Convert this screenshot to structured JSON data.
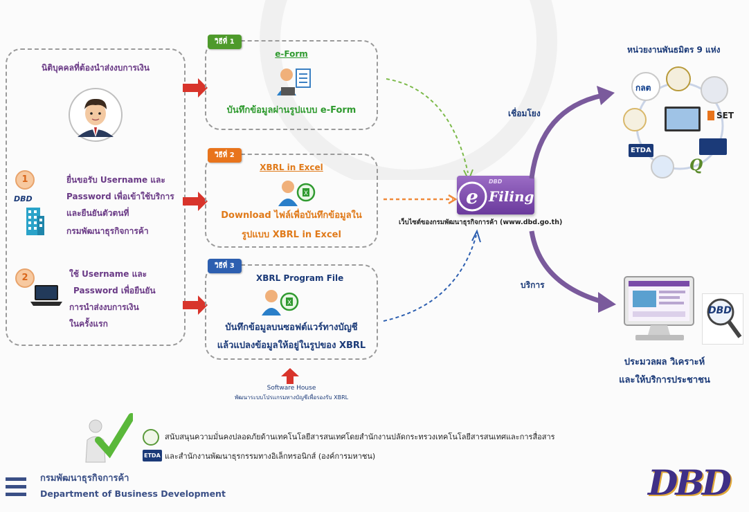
{
  "left_panel": {
    "title": "นิติบุคคลที่ต้องนำส่งงบการเงิน",
    "step1_number": "1",
    "step1_text": [
      "ยื่นขอรับ Username และ",
      "Password เพื่อเข้าใช้บริการ",
      "และยืนยันตัวตนที่",
      "กรมพัฒนาธุรกิจการค้า"
    ],
    "dbd_small": "DBD",
    "step2_number": "2",
    "step2_text": [
      "ใช้ Username และ",
      "Password เพื่อยืนยัน",
      "การนำส่งงบการเงิน",
      "ในครั้งแรก"
    ]
  },
  "methods": [
    {
      "tag": "วิธีที่ 1",
      "title": "e-Form",
      "desc": [
        "บันทึกข้อมูลผ่านรูปแบบ e-Form"
      ]
    },
    {
      "tag": "วิธีที่ 2",
      "title": "XBRL in Excel",
      "desc": [
        "Download ไฟล์เพื่อบันทึกข้อมูลใน",
        "รูปแบบ XBRL in  Excel"
      ]
    },
    {
      "tag": "วิธีที่ 3",
      "title": "XBRL Program File",
      "desc": [
        "บันทึกข้อมูลบนซอฟต์แวร์ทางบัญชี",
        "แล้วแปลงข้อมูลให้อยู่ในรูปของ XBRL"
      ]
    }
  ],
  "software_house": {
    "title": "Software House",
    "desc": "พัฒนาระบบโปรแกรมทางบัญชีเพื่อรองรับ XBRL"
  },
  "efiling": {
    "logo_small": "DBD",
    "logo_text": "Filing",
    "caption": "เว็บไซต์ของกรมพัฒนาธุรกิจการค้า (www.dbd.go.th)"
  },
  "partners": {
    "title": "หน่วยงานพันธมิตร 9 แห่ง",
    "link_label": "เชื่อมโยง",
    "logo_labels": [
      "กลต",
      "SET",
      "ETDA"
    ]
  },
  "service": {
    "label": "บริการ",
    "caption": [
      "ประมวลผล วิเคราะห์",
      "และให้บริการประชาชน"
    ],
    "dbd_mark": "DBD"
  },
  "footer": {
    "support_line1": "สนับสนุนความมั่นคงปลอดภัยด้านเทคโนโลยีสารสนเทศโดยสำนักงานปลัดกระทรวงเทคโนโลยีสารสนเทศและการสื่อสาร",
    "support_line2": "และสำนักงานพัฒนาธุรกรรมทางอิเล็กทรอนิกส์ (องค์การมหาชน)",
    "etda_mark": "ETDA",
    "dept_th": "กรมพัฒนาธุรกิจการค้า",
    "dept_en": "Department of Business Development",
    "logo": "DBD"
  },
  "colors": {
    "accent_red": "#d8342b",
    "arrow_purple": "#7a5a9c",
    "green": "#2f9a2f",
    "orange": "#e07a1a",
    "navy": "#1b3a78"
  }
}
